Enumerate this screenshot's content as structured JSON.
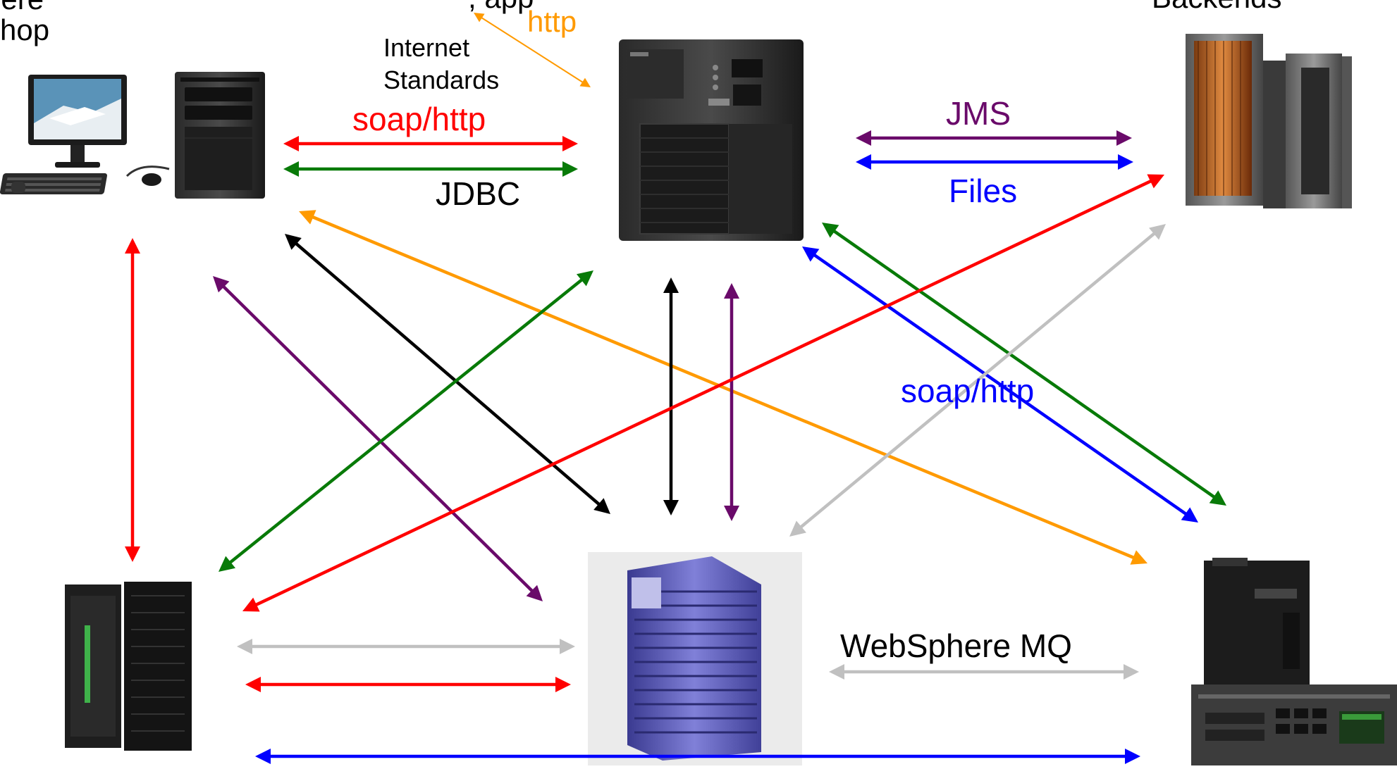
{
  "labels": {
    "top_left_line1": "here",
    "top_left_line2": "hop",
    "top_center_partial": ", app",
    "http": "http",
    "internet_standards_1": "Internet",
    "internet_standards_2": "Standards",
    "soap_http_left": "soap/http",
    "jdbc": "JDBC",
    "jms": "JMS",
    "files": "Files",
    "backends": "Backends",
    "soap_http_right": "soap/http",
    "websphere_mq": "WebSphere MQ"
  },
  "colors": {
    "red": "#ff0000",
    "green": "#087a08",
    "orange": "#ff9a00",
    "purple": "#6a0a6a",
    "blue": "#0000ff",
    "black": "#000000",
    "gray": "#c0c0c0"
  },
  "nodes": [
    {
      "name": "desktop-workstation",
      "label": ""
    },
    {
      "name": "tower-app-server",
      "label": ""
    },
    {
      "name": "mainframe-backend",
      "label": ""
    },
    {
      "name": "zseries-mainframe",
      "label": ""
    },
    {
      "name": "purple-unix-server",
      "label": ""
    },
    {
      "name": "iseries-server",
      "label": ""
    }
  ]
}
